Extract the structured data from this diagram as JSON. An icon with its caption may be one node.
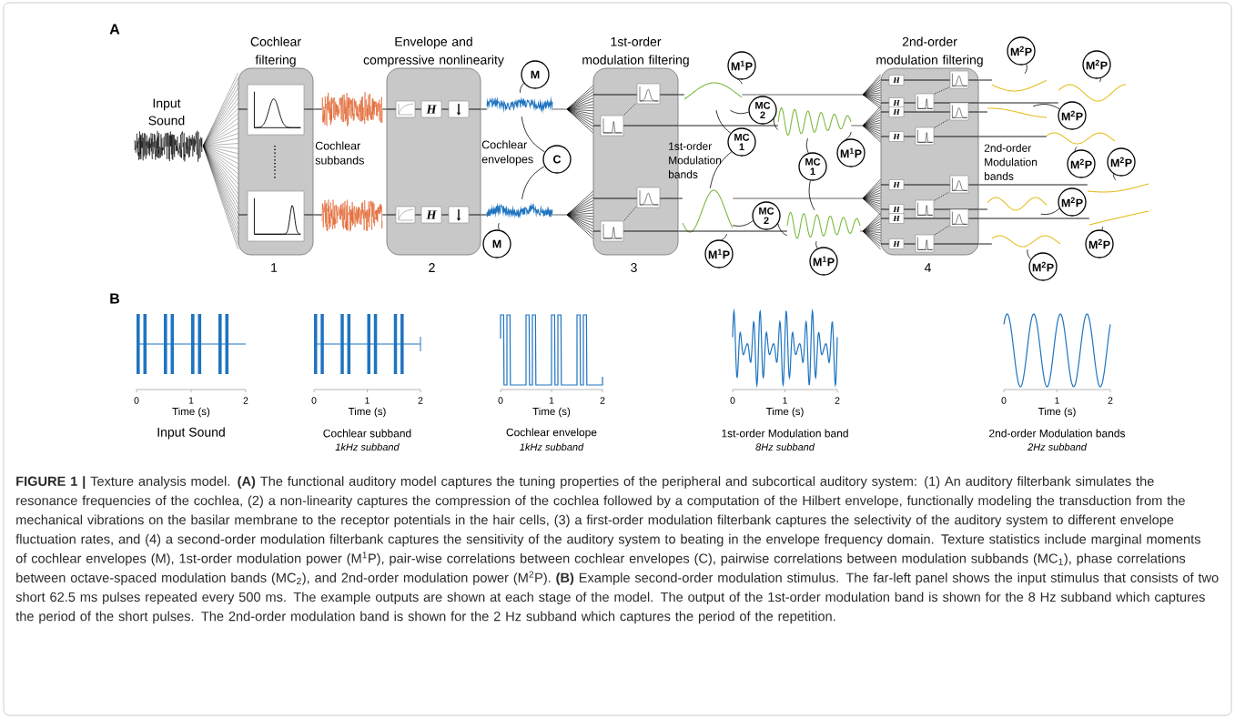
{
  "diagram": {
    "caption": "**FIGURE 1 |** Texture analysis model. **(A)** The functional auditory model captures the tuning properties of the peripheral and subcortical auditory system: (1) An auditory filterbank simulates the resonance frequencies of the cochlea, (2) a non-linearity captures the compression of the cochlea followed by a computation of the Hilbert envelope, functionally modeling the transduction from the mechanical vibrations on the basilar membrane to the receptor potentials in the hair cells, (3) a first-order modulation filterbank captures the selectivity of the auditory system to different envelope fluctuation rates, and (4) a second-order modulation filterbank captures the sensitivity of the auditory system to beating in the envelope frequency domain. Texture statistics include marginal moments of cochlear envelopes (M), 1st-order modulation power (M$^{1}$P), pair-wise correlations between cochlear envelopes (C), pairwise correlations between modulation subbands (MC$_{1}$), phase correlations between octave-spaced modulation bands (MC$_{2}$), and 2nd-order modulation power (M$^{2}$P). **(B)** Example second-order modulation stimulus. The far-left panel shows the input stimulus that consists of two short 62.5 ms pulses repeated every 500 ms. The example outputs are shown at each stage of the model. The output of the 1st-order modulation band is shown for the 8 Hz subband which captures the period of the short pulses. The 2nd-order modulation band is shown for the 2 Hz subband which captures the period of the repetition.",
    "nodes": [
      {
        "text": [
          "Input Sound"
        ]
      },
      {
        "text": [
          "Cochlear filtering"
        ],
        "beside": [
          "1"
        ]
      },
      {
        "text": [],
        "shape": "picture"
      },
      {
        "text": [],
        "shape": "picture"
      },
      {
        "text": [
          "Envelope and compressive nonlinearity"
        ],
        "beside": [
          "2"
        ]
      },
      {
        "text": [
          "M"
        ]
      },
      {
        "text": [],
        "shape": "picture"
      },
      {
        "text": [
          "C"
        ]
      },
      {
        "text": [],
        "shape": "picture"
      },
      {
        "text": [
          "M"
        ]
      },
      {
        "text": [
          "1st-order modulation filtering"
        ],
        "beside": [
          "3"
        ]
      },
      {
        "text": [
          "M$^{1}$P"
        ]
      },
      {
        "text": [],
        "shape": "picture"
      },
      {
        "text": [
          "MC 2"
        ]
      },
      {
        "text": [
          "MC 1"
        ]
      },
      {
        "text": [],
        "shape": "picture"
      },
      {
        "text": [
          "M$^{1}$P"
        ]
      },
      {
        "text": [
          "MC 2"
        ]
      },
      {
        "text": [],
        "shape": "picture"
      },
      {
        "text": [
          "MC 1"
        ]
      },
      {
        "text": [
          "M$^{1}$P"
        ]
      },
      {
        "text": [],
        "shape": "picture"
      },
      {
        "text": [
          "M$^{1}$P"
        ]
      },
      {
        "text": [
          "2nd-order modulation filtering"
        ],
        "beside": [
          "4"
        ]
      },
      {
        "text": [],
        "shape": "picture"
      },
      {
        "text": [],
        "shape": "picture"
      },
      {
        "text": [],
        "shape": "picture"
      },
      {
        "text": [],
        "shape": "picture"
      },
      {
        "text": [],
        "shape": "picture"
      },
      {
        "text": [],
        "shape": "picture"
      },
      {
        "text": [],
        "shape": "picture"
      },
      {
        "text": [],
        "shape": "picture"
      },
      {
        "text": [
          "M$^{2}$P"
        ]
      },
      {
        "text": [
          "M$^{2}$P"
        ]
      },
      {
        "text": [
          "M$^{2}$P"
        ]
      },
      {
        "text": [
          "M$^{2}$P"
        ]
      },
      {
        "text": [
          "M$^{2}$P"
        ]
      },
      {
        "text": [
          "M$^{2}$P"
        ]
      },
      {
        "text": [
          "M$^{2}$P"
        ]
      },
      {
        "text": [
          "M$^{2}$P"
        ]
      }
    ],
    "edges": [
      {
        "from": 0,
        "to": 1,
        "arrow": "none"
      },
      {
        "from": 1,
        "to": 2,
        "arrow": "none"
      },
      {
        "from": 2,
        "to": 4,
        "arrow": "none"
      },
      {
        "from": 1,
        "to": 3,
        "arrow": "none"
      },
      {
        "from": 3,
        "to": 4,
        "arrow": "none"
      },
      {
        "from": 4,
        "to": 6,
        "arrow": "none"
      },
      {
        "from": 6,
        "to": 10,
        "arrow": "none"
      },
      {
        "from": 4,
        "to": 8,
        "arrow": "none"
      },
      {
        "from": 8,
        "to": 10,
        "arrow": "none"
      },
      {
        "from": 10,
        "to": 12,
        "arrow": "none"
      },
      {
        "from": 12,
        "to": 23,
        "arrow": "none"
      },
      {
        "from": 10,
        "to": 18,
        "arrow": "none"
      },
      {
        "from": 18,
        "to": 23,
        "arrow": "none"
      },
      {
        "from": 10,
        "to": 15,
        "arrow": "none"
      },
      {
        "from": 15,
        "to": 23,
        "arrow": "none"
      },
      {
        "from": 10,
        "to": 21,
        "arrow": "none"
      },
      {
        "from": 21,
        "to": 23,
        "arrow": "none"
      },
      {
        "from": 23,
        "to": 24,
        "arrow": "none"
      },
      {
        "from": 23,
        "to": 25,
        "arrow": "none"
      },
      {
        "from": 23,
        "to": 26,
        "arrow": "none"
      },
      {
        "from": 23,
        "to": 27,
        "arrow": "none"
      },
      {
        "from": 23,
        "to": 28,
        "arrow": "none"
      },
      {
        "from": 23,
        "to": 29,
        "arrow": "none"
      },
      {
        "from": 23,
        "to": 30,
        "arrow": "none"
      },
      {
        "from": 23,
        "to": 31,
        "arrow": "none"
      },
      {
        "from": 5,
        "to": 6,
        "arrow": "none"
      },
      {
        "from": 7,
        "to": 6,
        "arrow": "none"
      },
      {
        "from": 7,
        "to": 8,
        "arrow": "none"
      },
      {
        "from": 9,
        "to": 8,
        "arrow": "none"
      },
      {
        "from": 11,
        "to": 12,
        "arrow": "none"
      },
      {
        "from": 13,
        "to": 12,
        "arrow": "none"
      },
      {
        "from": 13,
        "to": 18,
        "arrow": "none"
      },
      {
        "from": 14,
        "to": 12,
        "arrow": "none"
      },
      {
        "from": 14,
        "to": 15,
        "arrow": "none"
      },
      {
        "from": 16,
        "to": 15,
        "arrow": "none"
      },
      {
        "from": 17,
        "to": 15,
        "arrow": "none"
      },
      {
        "from": 17,
        "to": 21,
        "arrow": "none"
      },
      {
        "from": 19,
        "to": 18,
        "arrow": "none"
      },
      {
        "from": 19,
        "to": 21,
        "arrow": "none"
      },
      {
        "from": 20,
        "to": 18,
        "arrow": "none"
      },
      {
        "from": 22,
        "to": 21,
        "arrow": "none"
      },
      {
        "from": 32,
        "to": 24,
        "arrow": "none"
      },
      {
        "from": 33,
        "to": 25,
        "arrow": "none"
      },
      {
        "from": 34,
        "to": 26,
        "arrow": "none"
      },
      {
        "from": 35,
        "to": 27,
        "arrow": "none"
      },
      {
        "from": 36,
        "to": 28,
        "arrow": "none"
      },
      {
        "from": 37,
        "to": 29,
        "arrow": "none"
      },
      {
        "from": 38,
        "to": 30,
        "arrow": "none"
      },
      {
        "from": 39,
        "to": 31,
        "arrow": "none"
      }
    ],
    "labels": [
      "A",
      "Cochlear subbands",
      "Cochlear envelopes",
      "1st-order Modulation bands",
      "2nd-order Modulation bands",
      "H",
      "H",
      "H",
      "H",
      "H",
      "H",
      "H",
      "H",
      "H",
      "H",
      "B",
      "0",
      "1",
      "2",
      "Time (s)",
      "Input Sound",
      "0",
      "1",
      "2",
      "Time (s)",
      "Cochlear subband",
      "1kHz subband",
      "0",
      "1",
      "2",
      "Time (s)",
      "Cochlear envelope",
      "1kHz subband",
      "0",
      "1",
      "2",
      "Time (s)",
      "1st-order Modulation band",
      "8Hz subband",
      "0",
      "1",
      "2",
      "Time (s)",
      "2nd-order Modulation bands",
      "2Hz subband"
    ]
  }
}
